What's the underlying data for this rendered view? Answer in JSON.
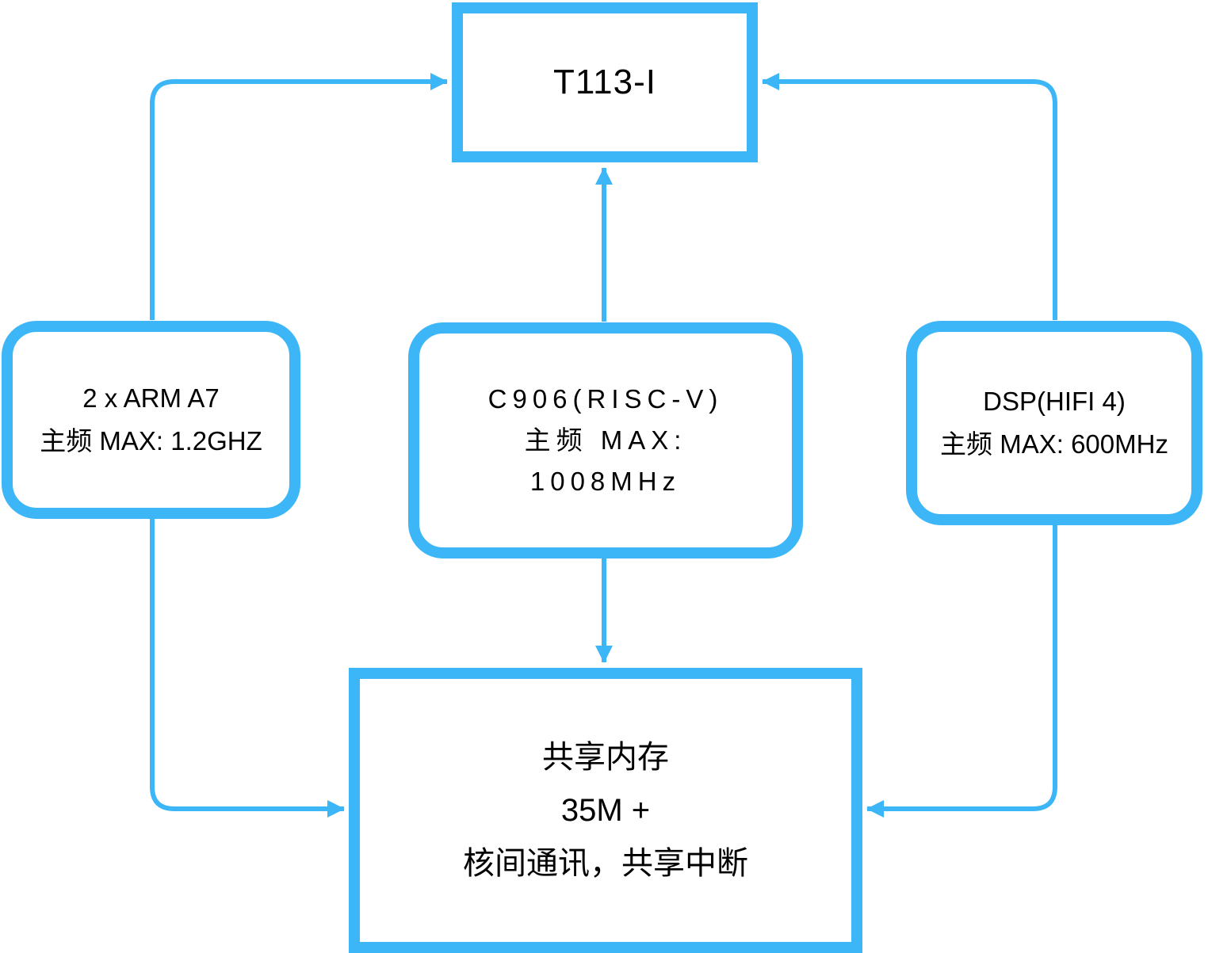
{
  "theme": {
    "accent": "#3db6f8",
    "background": "#ffffff",
    "text": "#000000"
  },
  "diagram": {
    "type": "block-diagram",
    "title": "T113-I",
    "nodes": {
      "soc": {
        "label": "T113-I"
      },
      "arm": {
        "lines": [
          "2 x ARM A7",
          "主频 MAX: 1.2GHZ"
        ]
      },
      "c906": {
        "lines": [
          "C906(RISC-V)",
          "主频 MAX:",
          "1008MHz"
        ]
      },
      "dsp": {
        "lines": [
          "DSP(HIFI 4)",
          "主频 MAX: 600MHz"
        ]
      },
      "memory": {
        "lines": [
          "共享内存",
          "35M +",
          "核间通讯，共享中断"
        ]
      }
    },
    "connections": [
      {
        "from": "arm",
        "to": "soc"
      },
      {
        "from": "c906",
        "to": "soc"
      },
      {
        "from": "dsp",
        "to": "soc"
      },
      {
        "from": "arm",
        "to": "memory"
      },
      {
        "from": "c906",
        "to": "memory"
      },
      {
        "from": "dsp",
        "to": "memory"
      }
    ]
  }
}
